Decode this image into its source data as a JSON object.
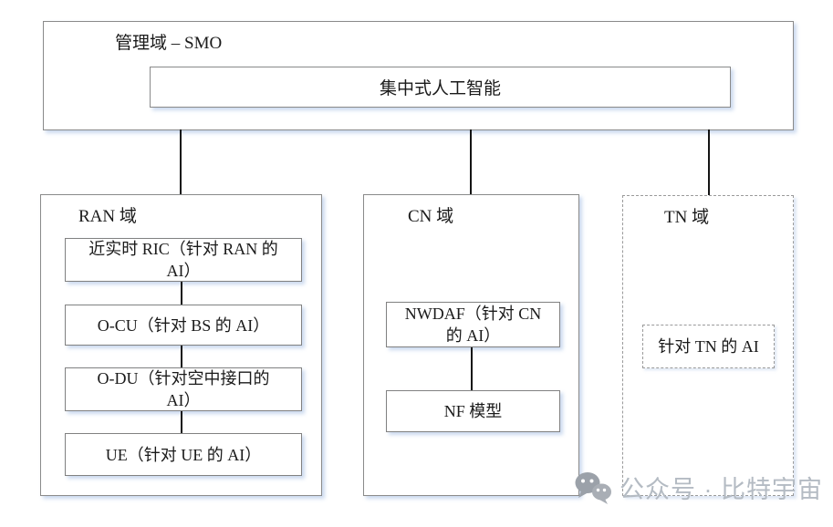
{
  "colors": {
    "background": "#ffffff",
    "box_border": "#8a8a8a",
    "connector": "#141414",
    "box_shadow": "rgba(125,160,215,0.40)",
    "watermark_text": "#b4bbc3",
    "watermark_icon": "#a3a8ae"
  },
  "smo": {
    "label": "管理域 – SMO",
    "central_ai_label": "集中式人工智能"
  },
  "domains": {
    "ran": {
      "label": "RAN 域",
      "nodes": [
        {
          "label": "近实时 RIC（针对 RAN 的\nAI）"
        },
        {
          "label": "O-CU（针对 BS 的 AI）"
        },
        {
          "label": "O-DU（针对空中接口的\nAI）"
        },
        {
          "label": "UE（针对 UE 的 AI）"
        }
      ]
    },
    "cn": {
      "label": "CN 域",
      "nodes": [
        {
          "label": "NWDAF（针对 CN\n的 AI）"
        },
        {
          "label": "NF 模型"
        }
      ]
    },
    "tn": {
      "label": "TN 域",
      "nodes": [
        {
          "label": "针对 TN 的 AI"
        }
      ]
    }
  },
  "watermark": {
    "icon": "wechat-icon",
    "text": "公众号 · 比特宇宙"
  }
}
